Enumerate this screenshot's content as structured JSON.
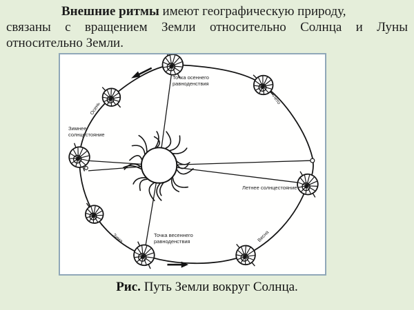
{
  "title": {
    "line1_bold": "Внешние ритмы",
    "line1_rest": " имеют географическую природу,",
    "line2": "связаны с вращением Земли относительно Солнца и Луны",
    "line3": "относительно Земли."
  },
  "diagram": {
    "label_autumn_equinox": "Точка осеннего равноденствия",
    "label_winter_solstice": "Зимнее солнцестояние",
    "label_summer_solstice": "Летнее солнцестояние",
    "label_spring_equinox": "Точка весеннего равноденствия",
    "season_autumn": "Осень",
    "season_summer": "Лето",
    "season_winter": "Зима",
    "season_spring": "Весна"
  },
  "caption": {
    "bold": "Рис.",
    "rest": " Путь Земли вокруг Солнца."
  },
  "colors": {
    "slide_background": "#e5eeda",
    "figure_border": "#8fa7b8",
    "ink": "#151515"
  }
}
